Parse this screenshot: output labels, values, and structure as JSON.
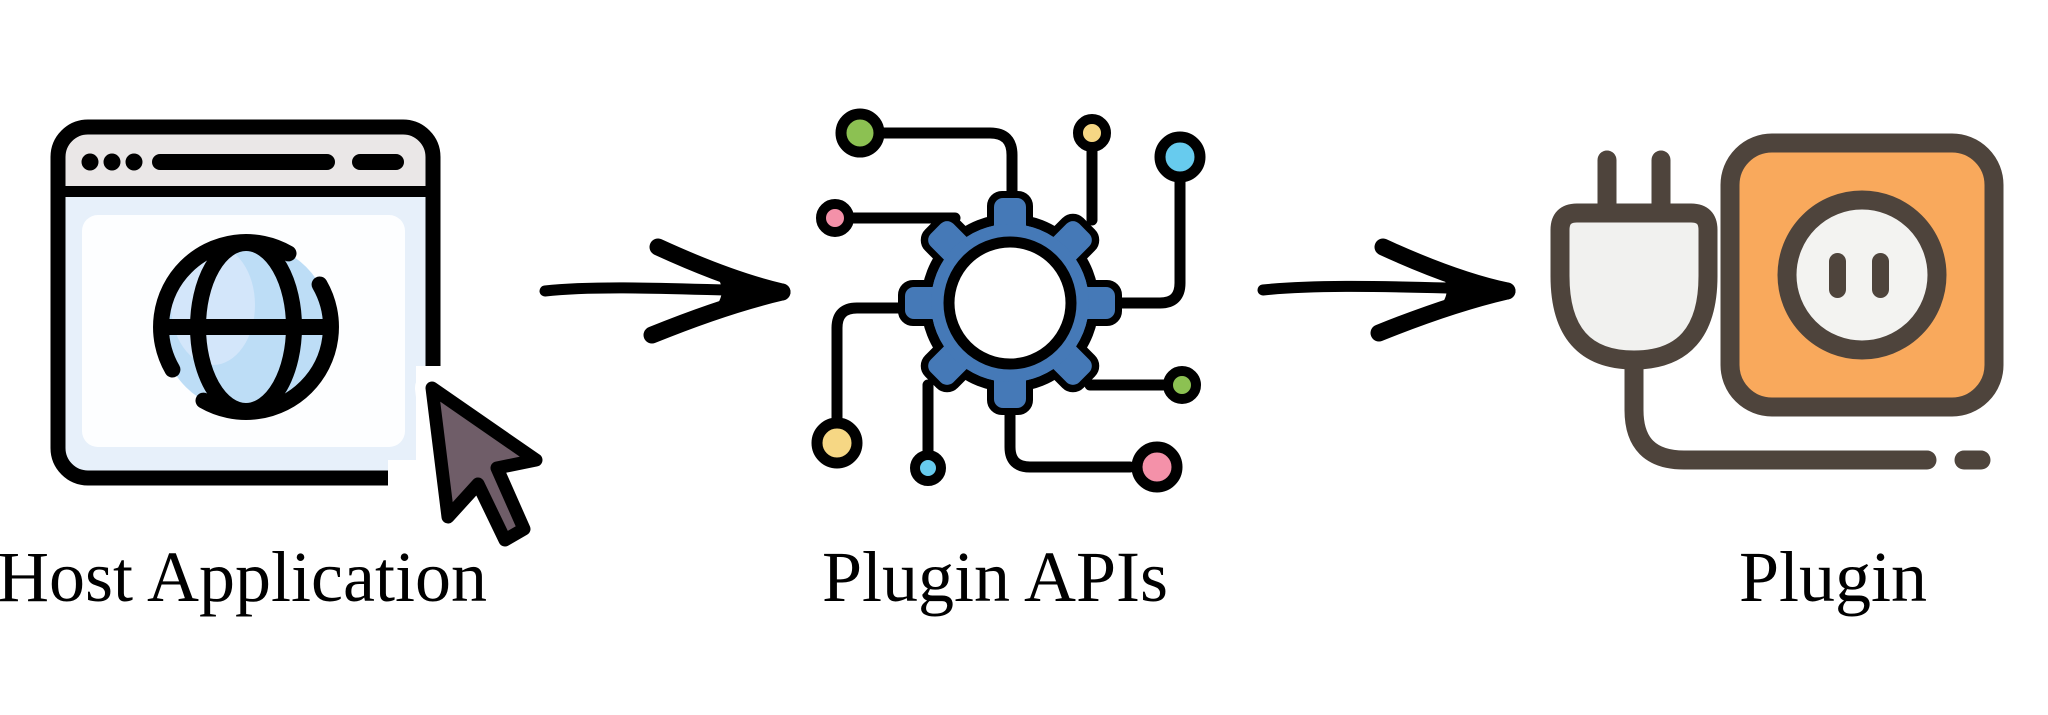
{
  "figure": {
    "type": "flow-diagram",
    "background": "#ffffff",
    "nodes": [
      {
        "id": "host-application",
        "label": "Host Application",
        "icon": "browser-window-with-globe-and-cursor"
      },
      {
        "id": "plugin-apis",
        "label": "Plugin APIs",
        "icon": "gear-with-circuit-nodes"
      },
      {
        "id": "plugin",
        "label": "Plugin",
        "icon": "power-plug-and-socket"
      }
    ],
    "connectors": [
      {
        "from": "host-application",
        "to": "plugin-apis",
        "style": "hand-drawn-arrow-right"
      },
      {
        "from": "plugin-apis",
        "to": "plugin",
        "style": "hand-drawn-arrow-right"
      }
    ],
    "colors": {
      "outline_black": "#000000",
      "browser_topbar_gray": "#eae7e7",
      "browser_content_blue": "#e7f0fa",
      "globe_blue": "#bdddf6",
      "globe_highlight": "#d3e6fa",
      "cursor_fill": "#6f5d68",
      "gear_blue": "#4579b7",
      "node_green": "#8cc152",
      "node_pink": "#f491a9",
      "node_yellow": "#f6d784",
      "node_cyan": "#67cbee",
      "plug_outline_brown": "#4e443c",
      "socket_orange": "#f9a95c",
      "plug_white": "#f1f1ef"
    }
  }
}
